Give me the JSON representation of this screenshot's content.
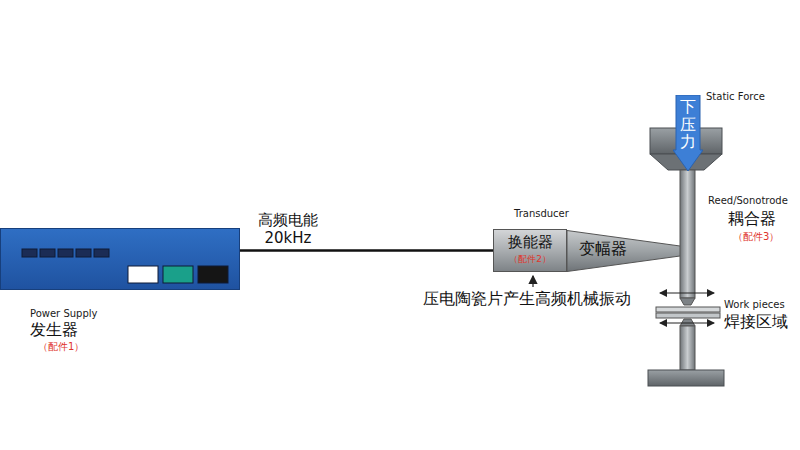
{
  "diagram": {
    "nodes": [
      {
        "text": [
          "Power Supply",
          "发生器",
          "（配件1）"
        ]
      },
      {
        "text": [
          "换能器",
          "（配件2）"
        ]
      },
      {
        "text": [
          "变幅器"
        ]
      },
      {
        "text": [
          "下压力"
        ]
      }
    ],
    "edges": [
      {
        "from": 0,
        "to": 1,
        "label": "高频电能 20kHz",
        "arrow": "none"
      }
    ],
    "labels": [
      "Transducer",
      "压电陶瓷片产生高频机械振动",
      "Static Force",
      "Reed/Sonotrode",
      "耦合器",
      "（配件3）",
      "Work pieces",
      "焊接区域"
    ]
  }
}
